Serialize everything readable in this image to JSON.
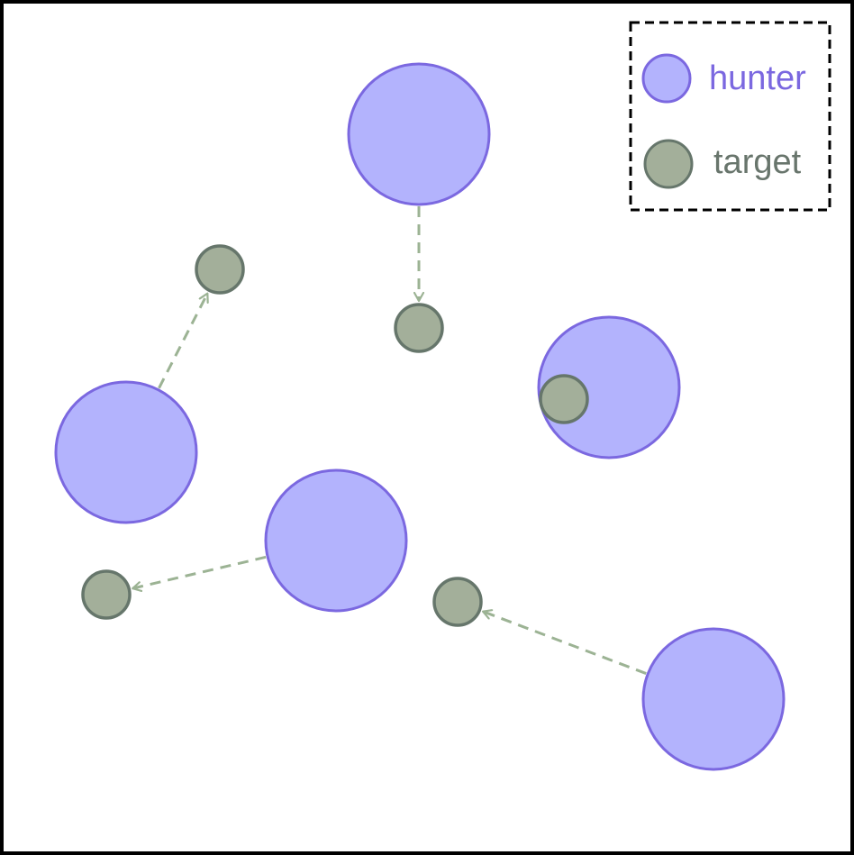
{
  "colors": {
    "hunter_fill": "#b3b3fd",
    "hunter_stroke": "#7b68e0",
    "target_fill": "#a3af9a",
    "target_stroke": "#66766b",
    "arrow": "#9cb394",
    "frame": "#000000",
    "hunter_text": "#7b68e0",
    "target_text": "#68756c"
  },
  "legend": {
    "hunter_label": "hunter",
    "target_label": "target",
    "border": "dashed",
    "placement": "top-right"
  },
  "hunters": [
    {
      "id": "hunter-1"
    },
    {
      "id": "hunter-2"
    },
    {
      "id": "hunter-3"
    },
    {
      "id": "hunter-4"
    },
    {
      "id": "hunter-5"
    }
  ],
  "targets": [
    {
      "id": "target-1"
    },
    {
      "id": "target-2"
    },
    {
      "id": "target-3"
    },
    {
      "id": "target-4"
    },
    {
      "id": "target-5"
    }
  ],
  "arrows": [
    {
      "from": "hunter-1",
      "to": "target-1"
    },
    {
      "from": "hunter-2",
      "to": "target-2"
    },
    {
      "from": "hunter-4",
      "to": "target-4"
    },
    {
      "from": "hunter-5",
      "to": "target-5"
    }
  ]
}
